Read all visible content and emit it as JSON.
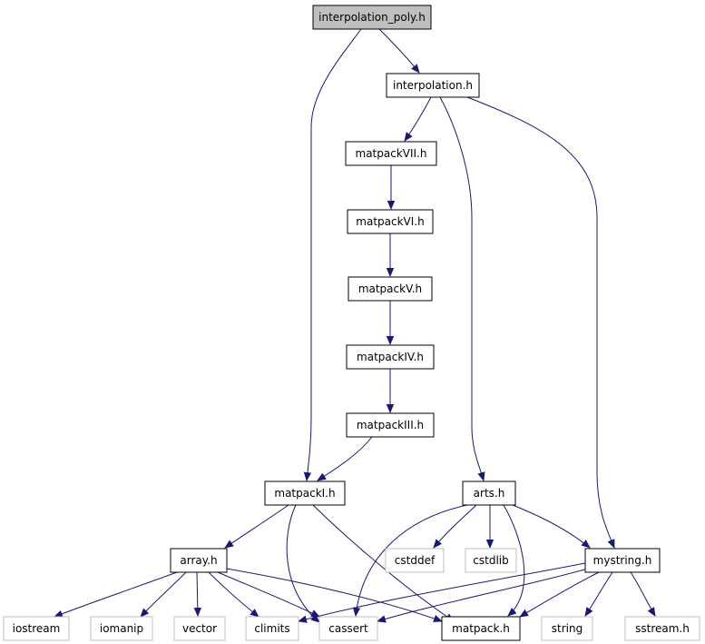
{
  "diagram": {
    "nodes": [
      {
        "id": "interpolation_poly",
        "label": "interpolation_poly.h",
        "style": "highlighted"
      },
      {
        "id": "interpolation",
        "label": "interpolation.h",
        "style": "normal"
      },
      {
        "id": "matpackVII",
        "label": "matpackVII.h",
        "style": "normal"
      },
      {
        "id": "matpackVI",
        "label": "matpackVI.h",
        "style": "normal"
      },
      {
        "id": "matpackV",
        "label": "matpackV.h",
        "style": "normal"
      },
      {
        "id": "matpackIV",
        "label": "matpackIV.h",
        "style": "normal"
      },
      {
        "id": "matpackIII",
        "label": "matpackIII.h",
        "style": "normal"
      },
      {
        "id": "matpackI",
        "label": "matpackI.h",
        "style": "normal"
      },
      {
        "id": "arts",
        "label": "arts.h",
        "style": "normal"
      },
      {
        "id": "array",
        "label": "array.h",
        "style": "normal"
      },
      {
        "id": "cstddef",
        "label": "cstddef",
        "style": "external"
      },
      {
        "id": "cstdlib",
        "label": "cstdlib",
        "style": "external"
      },
      {
        "id": "mystring",
        "label": "mystring.h",
        "style": "normal"
      },
      {
        "id": "iostream",
        "label": "iostream",
        "style": "external"
      },
      {
        "id": "iomanip",
        "label": "iomanip",
        "style": "external"
      },
      {
        "id": "vector",
        "label": "vector",
        "style": "external"
      },
      {
        "id": "climits",
        "label": "climits",
        "style": "external"
      },
      {
        "id": "cassert",
        "label": "cassert",
        "style": "external"
      },
      {
        "id": "matpack",
        "label": "matpack.h",
        "style": "normal"
      },
      {
        "id": "string",
        "label": "string",
        "style": "external"
      },
      {
        "id": "sstream",
        "label": "sstream.h",
        "style": "external"
      }
    ],
    "edges": [
      {
        "from": "interpolation_poly",
        "to": "interpolation"
      },
      {
        "from": "interpolation_poly",
        "to": "matpackI"
      },
      {
        "from": "interpolation",
        "to": "matpackVII"
      },
      {
        "from": "interpolation",
        "to": "arts"
      },
      {
        "from": "interpolation",
        "to": "mystring"
      },
      {
        "from": "matpackVII",
        "to": "matpackVI"
      },
      {
        "from": "matpackVI",
        "to": "matpackV"
      },
      {
        "from": "matpackV",
        "to": "matpackIV"
      },
      {
        "from": "matpackIV",
        "to": "matpackIII"
      },
      {
        "from": "matpackIII",
        "to": "matpackI"
      },
      {
        "from": "matpackI",
        "to": "array"
      },
      {
        "from": "matpackI",
        "to": "cassert"
      },
      {
        "from": "matpackI",
        "to": "matpack"
      },
      {
        "from": "arts",
        "to": "cstddef"
      },
      {
        "from": "arts",
        "to": "cstdlib"
      },
      {
        "from": "arts",
        "to": "cassert"
      },
      {
        "from": "arts",
        "to": "matpack"
      },
      {
        "from": "arts",
        "to": "mystring"
      },
      {
        "from": "array",
        "to": "iostream"
      },
      {
        "from": "array",
        "to": "iomanip"
      },
      {
        "from": "array",
        "to": "vector"
      },
      {
        "from": "array",
        "to": "climits"
      },
      {
        "from": "array",
        "to": "cassert"
      },
      {
        "from": "array",
        "to": "matpack"
      },
      {
        "from": "mystring",
        "to": "climits"
      },
      {
        "from": "mystring",
        "to": "cassert"
      },
      {
        "from": "mystring",
        "to": "matpack"
      },
      {
        "from": "mystring",
        "to": "string"
      },
      {
        "from": "mystring",
        "to": "sstream"
      }
    ],
    "colors": {
      "edge": "#191970",
      "node_border": "#000000",
      "external_border": "#bfbfbf",
      "highlight_fill": "#bfbfbf",
      "text": "#000000"
    }
  }
}
